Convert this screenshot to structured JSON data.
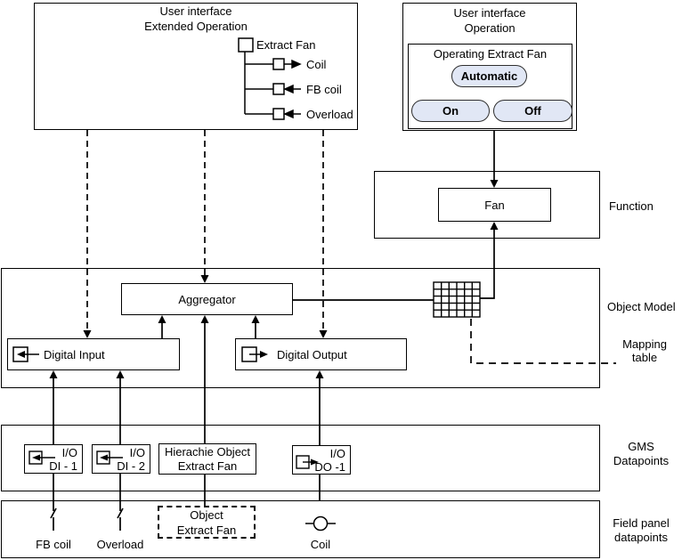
{
  "extended_operation": {
    "title1": "User interface",
    "title2": "Extended Operation",
    "root": "Extract Fan",
    "item1": "Coil",
    "item2": "FB coil",
    "item3": "Overload"
  },
  "operation": {
    "title1": "User interface",
    "title2": "Operation",
    "panel_title": "Operating Extract Fan",
    "btn_automatic": "Automatic",
    "btn_on": "On",
    "btn_off": "Off"
  },
  "function_section": {
    "label": "Function",
    "fan": "Fan"
  },
  "object_model": {
    "label": "Object Model",
    "aggregator": "Aggregator",
    "digital_input": "Digital Input",
    "digital_output": "Digital Output"
  },
  "mapping_table": {
    "label1": "Mapping",
    "label2": "table"
  },
  "gms": {
    "label1": "GMS",
    "label2": "Datapoints",
    "di1_line1": "I/O",
    "di1_line2": "DI - 1",
    "di2_line1": "I/O",
    "di2_line2": "DI - 2",
    "hier_line1": "Hierachie Object",
    "hier_line2": "Extract Fan",
    "do1_line1": "I/O",
    "do1_line2": "DO -1"
  },
  "field_panel": {
    "label1": "Field panel",
    "label2": "datapoints",
    "fb_coil": "FB coil",
    "overload": "Overload",
    "object_line1": "Object",
    "object_line2": "Extract Fan",
    "coil": "Coil"
  },
  "colors": {
    "button_fill": "#e1e7f5",
    "button_border": "#2f2f2f",
    "line": "#000000"
  },
  "icons": {
    "tree_node": "square-node-icon",
    "input": "input-arrow-icon",
    "output": "output-arrow-icon",
    "mapping": "mapping-grid-icon",
    "contact": "contact-symbol-icon",
    "coil": "coil-symbol-icon"
  }
}
